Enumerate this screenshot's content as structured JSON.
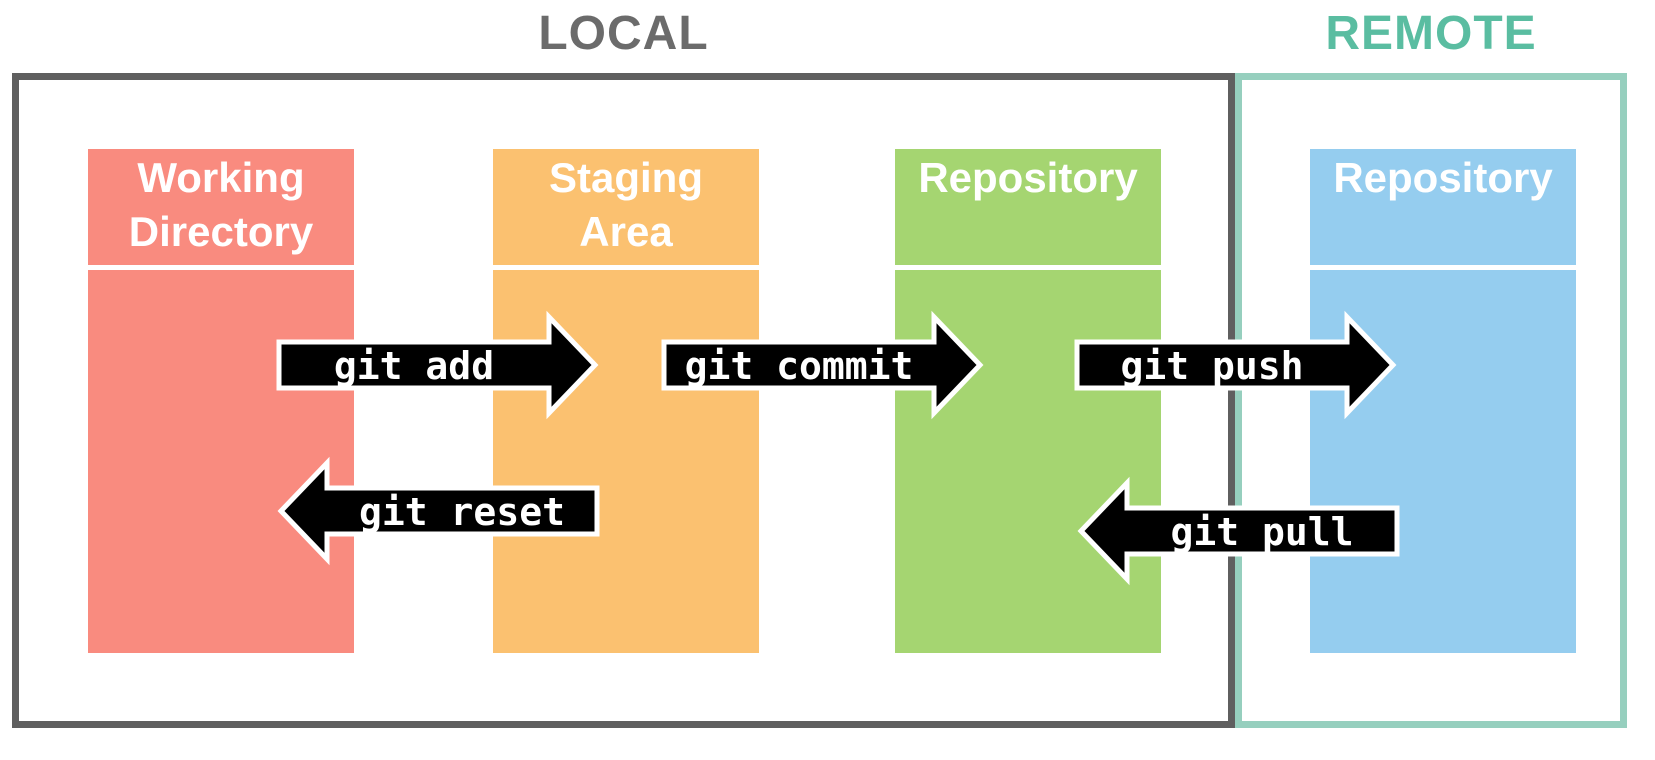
{
  "diagram": {
    "local": {
      "title": "LOCAL"
    },
    "remote": {
      "title": "REMOTE"
    }
  },
  "columns": [
    {
      "id": "working-directory",
      "label": "Working Directory",
      "line1": "Working",
      "line2": "Directory",
      "color": "#F98B7F",
      "region": "local"
    },
    {
      "id": "staging-area",
      "label": "Staging Area",
      "line1": "Staging",
      "line2": "Area",
      "color": "#FBC170",
      "region": "local"
    },
    {
      "id": "repository-local",
      "label": "Repository",
      "line1": "Repository",
      "line2": "",
      "color": "#A5D571",
      "region": "local"
    },
    {
      "id": "repository-remote",
      "label": "Repository",
      "line1": "Repository",
      "line2": "",
      "color": "#95CDEF",
      "region": "remote"
    }
  ],
  "arrows": [
    {
      "id": "git-add",
      "label": "git add",
      "direction": "right",
      "from": "working-directory",
      "to": "staging-area"
    },
    {
      "id": "git-commit",
      "label": "git commit",
      "direction": "right",
      "from": "staging-area",
      "to": "repository-local"
    },
    {
      "id": "git-push",
      "label": "git push",
      "direction": "right",
      "from": "repository-local",
      "to": "repository-remote"
    },
    {
      "id": "git-reset",
      "label": "git reset",
      "direction": "left",
      "from": "staging-area",
      "to": "working-directory"
    },
    {
      "id": "git-pull",
      "label": "git pull",
      "direction": "left",
      "from": "repository-remote",
      "to": "repository-local"
    }
  ],
  "colors": {
    "background": "#FFFFFF",
    "local_border": "#5F5F5F",
    "local_title": "#6B6B6B",
    "remote_border": "#96CFBE",
    "remote_title": "#5ABDA1",
    "arrow_fill": "#000000",
    "arrow_outline": "#FFFFFF",
    "arrow_text": "#FFFFFF",
    "column_header_text": "#FFFFFF"
  }
}
